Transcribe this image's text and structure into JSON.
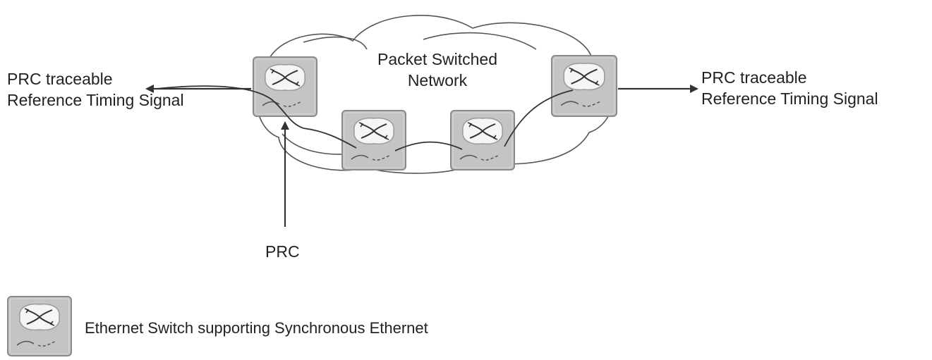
{
  "diagram": {
    "left_signal": {
      "line1": "PRC traceable",
      "line2": "Reference Timing Signal"
    },
    "right_signal": {
      "line1": "PRC traceable",
      "line2": "Reference Timing Signal"
    },
    "cloud": {
      "line1": "Packet Switched",
      "line2": "Network"
    },
    "source_label": "PRC",
    "legend": {
      "label": "Ethernet Switch supporting Synchronous Ethernet",
      "icon": "ethernet-switch-icon"
    },
    "colors": {
      "switch_fill": "#c4c4c4",
      "switch_border": "#8a8a8a",
      "line": "#333333",
      "cloud_stroke": "#555555"
    }
  }
}
